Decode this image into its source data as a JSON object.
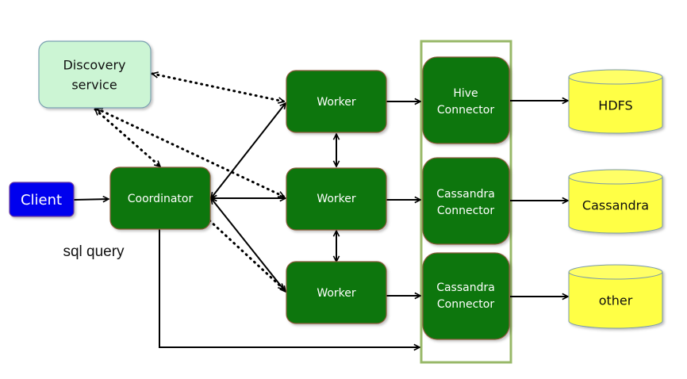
{
  "diagram": {
    "colors": {
      "worker_fill": "#0a760a",
      "worker_stroke": "#8a5a3a",
      "client_fill": "#0000ee",
      "discovery_fill": "#ccf5d4",
      "storage_fill": "#ffff44",
      "group_stroke": "#98b868",
      "arrow": "#000000"
    },
    "nodes": {
      "discovery": {
        "line1": "Discovery",
        "line2": "service"
      },
      "client": {
        "label": "Client"
      },
      "coordinator": {
        "label": "Coordinator"
      },
      "worker1": {
        "label": "Worker"
      },
      "worker2": {
        "label": "Worker"
      },
      "worker3": {
        "label": "Worker"
      },
      "connector1": {
        "line1": "Hive",
        "line2": "Connector"
      },
      "connector2": {
        "line1": "Cassandra",
        "line2": "Connector"
      },
      "connector3": {
        "line1": "Cassandra",
        "line2": "Connector"
      },
      "storage1": {
        "label": "HDFS"
      },
      "storage2": {
        "label": "Cassandra"
      },
      "storage3": {
        "label": "other"
      }
    },
    "annotations": {
      "sql_query": "sql query"
    },
    "edges": [
      {
        "from": "client",
        "to": "coordinator",
        "style": "solid"
      },
      {
        "from": "coordinator",
        "to": "worker1",
        "style": "solid-bidirectional"
      },
      {
        "from": "coordinator",
        "to": "worker2",
        "style": "solid-bidirectional"
      },
      {
        "from": "coordinator",
        "to": "worker3",
        "style": "solid-bidirectional"
      },
      {
        "from": "worker1",
        "to": "worker2",
        "style": "solid-bidirectional"
      },
      {
        "from": "worker2",
        "to": "worker3",
        "style": "solid-bidirectional"
      },
      {
        "from": "worker1",
        "to": "connector1",
        "style": "solid"
      },
      {
        "from": "worker2",
        "to": "connector2",
        "style": "solid"
      },
      {
        "from": "worker3",
        "to": "connector3",
        "style": "solid"
      },
      {
        "from": "connector1",
        "to": "storage1",
        "style": "solid"
      },
      {
        "from": "connector2",
        "to": "storage2",
        "style": "solid"
      },
      {
        "from": "connector3",
        "to": "storage3",
        "style": "solid"
      },
      {
        "from": "coordinator",
        "to": "connector-group",
        "style": "solid"
      },
      {
        "from": "discovery",
        "to": "worker1",
        "style": "dotted-bidirectional"
      },
      {
        "from": "discovery",
        "to": "worker2",
        "style": "dotted-bidirectional"
      },
      {
        "from": "discovery",
        "to": "coordinator",
        "style": "dotted-bidirectional"
      },
      {
        "from": "coordinator",
        "to": "worker3",
        "style": "dotted"
      }
    ]
  }
}
